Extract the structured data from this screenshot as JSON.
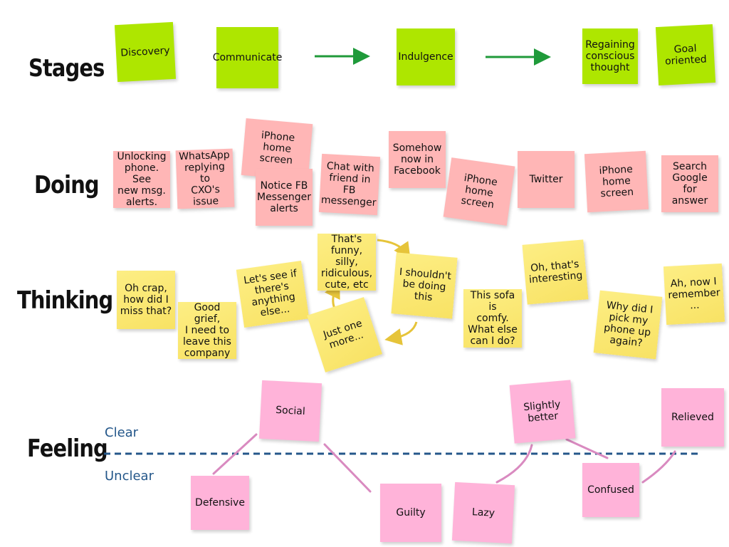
{
  "rows": {
    "stages": "Stages",
    "doing": "Doing",
    "thinking": "Thinking",
    "feeling": "Feeling"
  },
  "stages": [
    "Discovery",
    "Communicate",
    "Indulgence",
    "Regaining\nconscious\nthought",
    "Goal\noriented"
  ],
  "doing": [
    "Unlocking\nphone. See\nnew msg.\nalerts.",
    "WhatsApp\nreplying to\nCXO's\nissue",
    "iPhone\nhome\nscreen",
    "Notice FB\nMessenger\nalerts",
    "Chat with\nfriend in\nFB\nmessenger",
    "Somehow\nnow in\nFacebook",
    "iPhone\nhome\nscreen",
    "Twitter",
    "iPhone\nhome\nscreen",
    "Search\nGoogle for\nanswer"
  ],
  "thinking": [
    "Oh crap,\nhow did I\nmiss that?",
    "Good grief,\nI need to\nleave this\ncompany",
    "Let's see if\nthere's\nanything\nelse...",
    "That's\nfunny, silly,\nridiculous,\ncute, etc",
    "I shouldn't\nbe doing\nthis",
    "Just one\nmore...",
    "This sofa is\ncomfy.\nWhat else\ncan I do?",
    "Oh, that's\ninteresting",
    "Why did I\npick my\nphone up\nagain?",
    "Ah, now I\nremember\n..."
  ],
  "feeling": {
    "axis": {
      "above": "Clear",
      "below": "Unclear"
    },
    "notes": [
      "Social",
      "Defensive",
      "Guilty",
      "Lazy",
      "Slightly\nbetter",
      "Confused",
      "Relieved"
    ]
  },
  "colors": {
    "stage": "#aee600",
    "doing": "#ffb6b6",
    "thinking": "#fbe872",
    "feeling": "#ffb3d9",
    "axis": "#24578a",
    "arrow": "#1f9a3a",
    "cycle_arrow": "#e6c43a",
    "connector": "#d98ac0"
  }
}
